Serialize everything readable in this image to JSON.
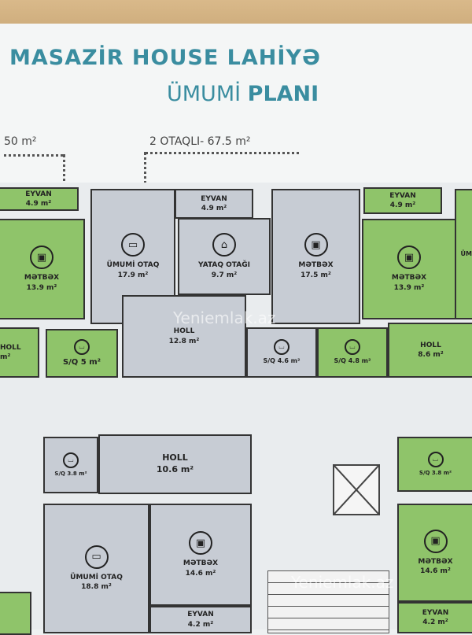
{
  "header": {
    "title_line1": "MASAZİR HOUSE LAHİYƏ",
    "title_line2_light": "ÜMUMİ ",
    "title_line2_bold": "PLANI"
  },
  "callouts": {
    "left": "50 m²",
    "center": "2 OTAQLI- 67.5 m²"
  },
  "top_row": {
    "left_unit": {
      "eyvan": [
        "EYVAN",
        "4.9 m²"
      ],
      "metbex": [
        "MƏTBƏX",
        "13.9 m²"
      ],
      "holl": [
        "HOLL",
        "m²"
      ],
      "sq": "S/Q 5 m²"
    },
    "center_unit": {
      "umumi": [
        "ÜMUMİ OTAQ",
        "17.9 m²"
      ],
      "eyvan": [
        "EYVAN",
        "4.9 m²"
      ],
      "yataq": [
        "YATAQ OTAĞI",
        "9.7 m²"
      ],
      "metbex": [
        "MƏTBƏX",
        "17.5 m²"
      ],
      "holl": [
        "HOLL",
        "12.8 m²"
      ],
      "sq": "S/Q 4.6 m²"
    },
    "right_unit": {
      "eyvan": [
        "EYVAN",
        "4.9 m²"
      ],
      "metbex": [
        "MƏTBƏX",
        "13.9 m²"
      ],
      "sq": "S/Q 4.8 m²",
      "holl": [
        "HOLL",
        "8.6 m²"
      ],
      "partial": "ÜM"
    }
  },
  "bottom_row": {
    "center_unit": {
      "sq": "S/Q 3.8 m²",
      "holl": [
        "HOLL",
        "10.6 m²"
      ],
      "umumi": [
        "ÜMUMİ OTAQ",
        "18.8 m²"
      ],
      "metbex": [
        "MƏTBƏX",
        "14.6 m²"
      ],
      "eyvan": [
        "EYVAN",
        "4.2 m²"
      ]
    },
    "right_unit": {
      "sq": "S/Q 3.8 m²",
      "metbex": [
        "MƏTBƏX",
        "14.6 m²"
      ],
      "eyvan": [
        "EYVAN",
        "4.2 m²"
      ]
    }
  },
  "icons": {
    "living": "tv-icon",
    "bed": "bed-icon",
    "kitchen": "stove-icon",
    "bath": "bathtub-icon"
  },
  "watermarks": [
    "Yeniemlak.az",
    "Yeniemlak.az"
  ]
}
